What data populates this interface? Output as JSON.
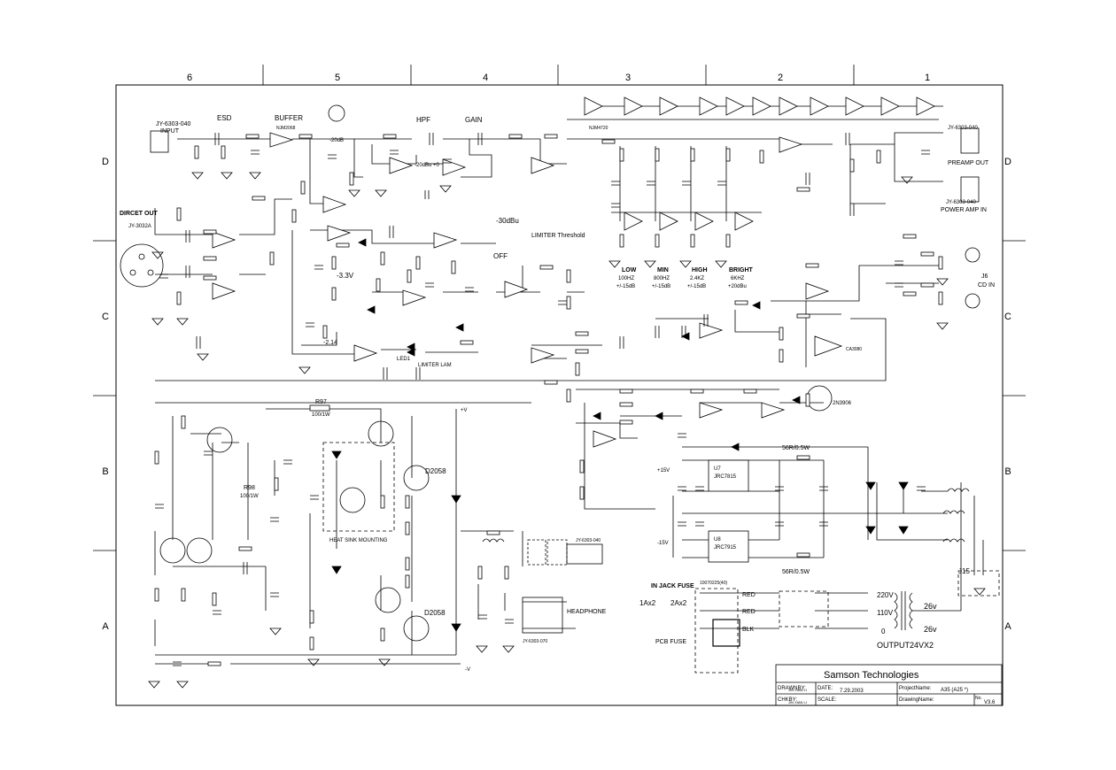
{
  "title_block": {
    "company": "Samson Technologies",
    "drawn_by_label": "DRAWNBY:",
    "drawn_by_value": "JIN XIAN LI",
    "chk_by_label": "CHKBY:",
    "chk_by_value": "JIN XIAN LI",
    "date_label": "DATE:",
    "date_value": "7.29.2003",
    "scale_label": "SCALE:",
    "project_label": "ProjectName:",
    "project_value": "A35 (A25 *)",
    "drawing_label": "DrawingName:",
    "no_label": "No.",
    "no_value": "V3.6"
  },
  "zones": {
    "columns": [
      "6",
      "5",
      "4",
      "3",
      "2",
      "1"
    ],
    "rows": [
      "D",
      "C",
      "B",
      "A"
    ]
  },
  "labels": {
    "input": "INPUT",
    "j1": "JY-6303-040",
    "esd": "ESD",
    "buffer": "BUFFER",
    "hpf": "HPF",
    "gain": "GAIN",
    "minus20db": "-20dB",
    "minus20db0": "-20dBu +0",
    "minus30dbu": "-30dBu",
    "off": "OFF",
    "limiter_threshold": "LIMITER Threshold",
    "direct_out": "DIRCET OUT",
    "j4": "JY-3032A",
    "preamp_out": "PREAMP OUT",
    "power_amp_in": "POWER AMP IN",
    "j2": "JY-6303-040",
    "j3": "JY-6303-040",
    "j6": "J6",
    "cd_in": "CD IN",
    "low": "LOW",
    "low_f": "100HZ",
    "low_g": "+/-15dB",
    "min": "MIN",
    "min_f": "800HZ",
    "min_g": "+/-15dB",
    "high": "HIGH",
    "high_f": "2.4KZ",
    "high_g": "+/-15dB",
    "bright": "BRIGHT",
    "bright_f": "6KHZ",
    "bright_g": "+20dBu",
    "minus33v": "-3.3V",
    "minus214": "-2.14",
    "led1": "LED1",
    "limiter_lam": "LIMITER LAM",
    "heat_sink": "HEAT SINK MOUNTING",
    "r97": "R97",
    "r97v": "100/1W",
    "r98": "R98",
    "r98v": "100/1W",
    "d2058a": "D2058",
    "d2058b": "D2058",
    "headphone": "HEADPHONE",
    "j5": "JY-6303-070",
    "jy6303": "JY-6303-040",
    "u7": "U7",
    "u7p": "JRC7815",
    "u8": "U8",
    "u8p": "JRC7915",
    "r58": "56R/0.5W",
    "r57": "56R/0.5W",
    "in_jack_fuse": "IN JACK FUSE",
    "fuse_code": "10070225(40)",
    "fuse_1a": "1Ax2",
    "fuse_2a": "2Ax2",
    "pcb_fuse": "PCB FUSE",
    "red1": "RED",
    "red2": "RED",
    "blk": "BLK",
    "v220": "220V",
    "v110": "110V",
    "v0": "0",
    "v26a": "26v",
    "v26b": "26v",
    "output": "OUTPUT24VX2",
    "j15": "J15",
    "p15v": "+15V",
    "n15v": "-15V",
    "pv": "+V",
    "nv": "-V",
    "q1": "2N3906",
    "ic_a": "NJM2068",
    "ic_b": "NJM4720",
    "ca3080": "CA3080"
  },
  "colors": {
    "ink": "#000000",
    "paper": "#ffffff"
  }
}
